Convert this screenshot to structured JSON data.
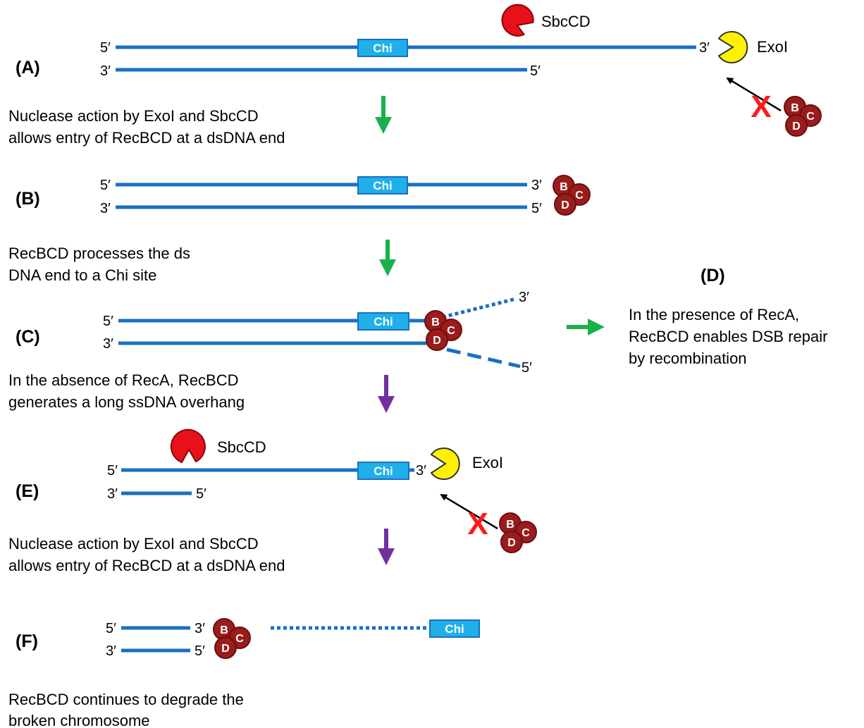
{
  "panels": {
    "A": {
      "label": "(A)",
      "caption": [
        "Nuclease action by ExoI and SbcCD",
        "allows entry of RecBCD at a dsDNA end"
      ]
    },
    "B": {
      "label": "(B)",
      "caption": [
        "RecBCD processes the ds",
        "DNA end to a Chi site"
      ]
    },
    "C": {
      "label": "(C)",
      "caption": [
        "In the absence of RecA, RecBCD",
        "generates a long ssDNA overhang"
      ]
    },
    "D": {
      "label": "(D)",
      "caption": [
        "In the presence of RecA,",
        "RecBCD enables DSB repair",
        "by recombination"
      ]
    },
    "E": {
      "label": "(E)",
      "caption": [
        "Nuclease action by ExoI and SbcCD",
        "allows entry of RecBCD at a dsDNA end"
      ]
    },
    "F": {
      "label": "(F)",
      "caption": [
        "RecBCD continues to degrade the",
        "broken chromosome"
      ]
    }
  },
  "labels": {
    "five_prime": "5′",
    "three_prime": "3′",
    "chi": "Chi",
    "sbccd": "SbcCD",
    "exoi": "ExoI",
    "sub_b": "B",
    "sub_c": "C",
    "sub_d": "D",
    "blocked": "X"
  },
  "colors": {
    "dna": "#1a6fc2",
    "chi": "#1fb0ea",
    "recbcd": "#9b1c1c",
    "sbccd": "#e8111b",
    "exoi": "#fff200",
    "arrow_green": "#19b04b",
    "arrow_purple": "#7030a0",
    "blocked_x": "#ff1a1a"
  }
}
